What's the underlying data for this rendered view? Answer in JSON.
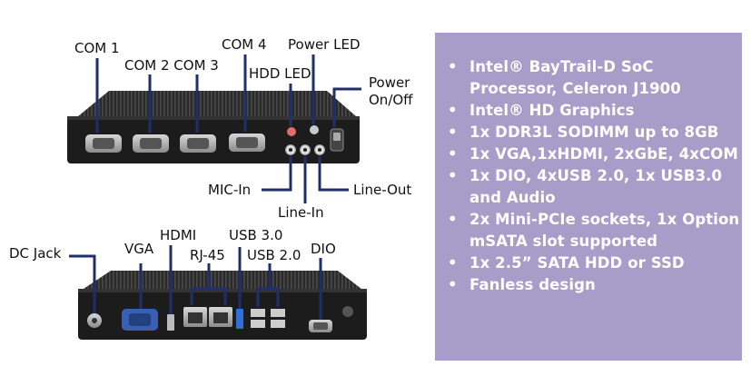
{
  "labels": {
    "com1": "COM 1",
    "com2_com3": "COM 2 COM 3",
    "com4": "COM 4",
    "power_led": "Power LED",
    "hdd_led": "HDD LED",
    "power_onoff_1": "Power",
    "power_onoff_2": "On/Off",
    "mic_in": "MIC-In",
    "line_in": "Line-In",
    "line_out": "Line-Out",
    "dc_jack": "DC Jack",
    "vga": "VGA",
    "hdmi": "HDMI",
    "usb30": "USB 3.0",
    "rj45": "RJ-45",
    "usb20": "USB 2.0",
    "dio": "DIO"
  },
  "specs": [
    "Intel® BayTrail-D SoC Processor,  Celeron  J1900",
    "Intel® HD Graphics",
    "1x DDR3L SODIMM up to 8GB",
    "1x VGA,1xHDMI, 2xGbE, 4xCOM",
    "1x DIO, 4xUSB 2.0, 1x USB3.0 and Audio",
    "2x Mini-PCIe sockets,  1x Option mSATA slot supported",
    "1x 2.5” SATA HDD or SSD",
    "Fanless design"
  ],
  "colors": {
    "panel": "#a89cc8",
    "callout_line": "#1f2f6b",
    "chassis": "#1c1c1c"
  }
}
